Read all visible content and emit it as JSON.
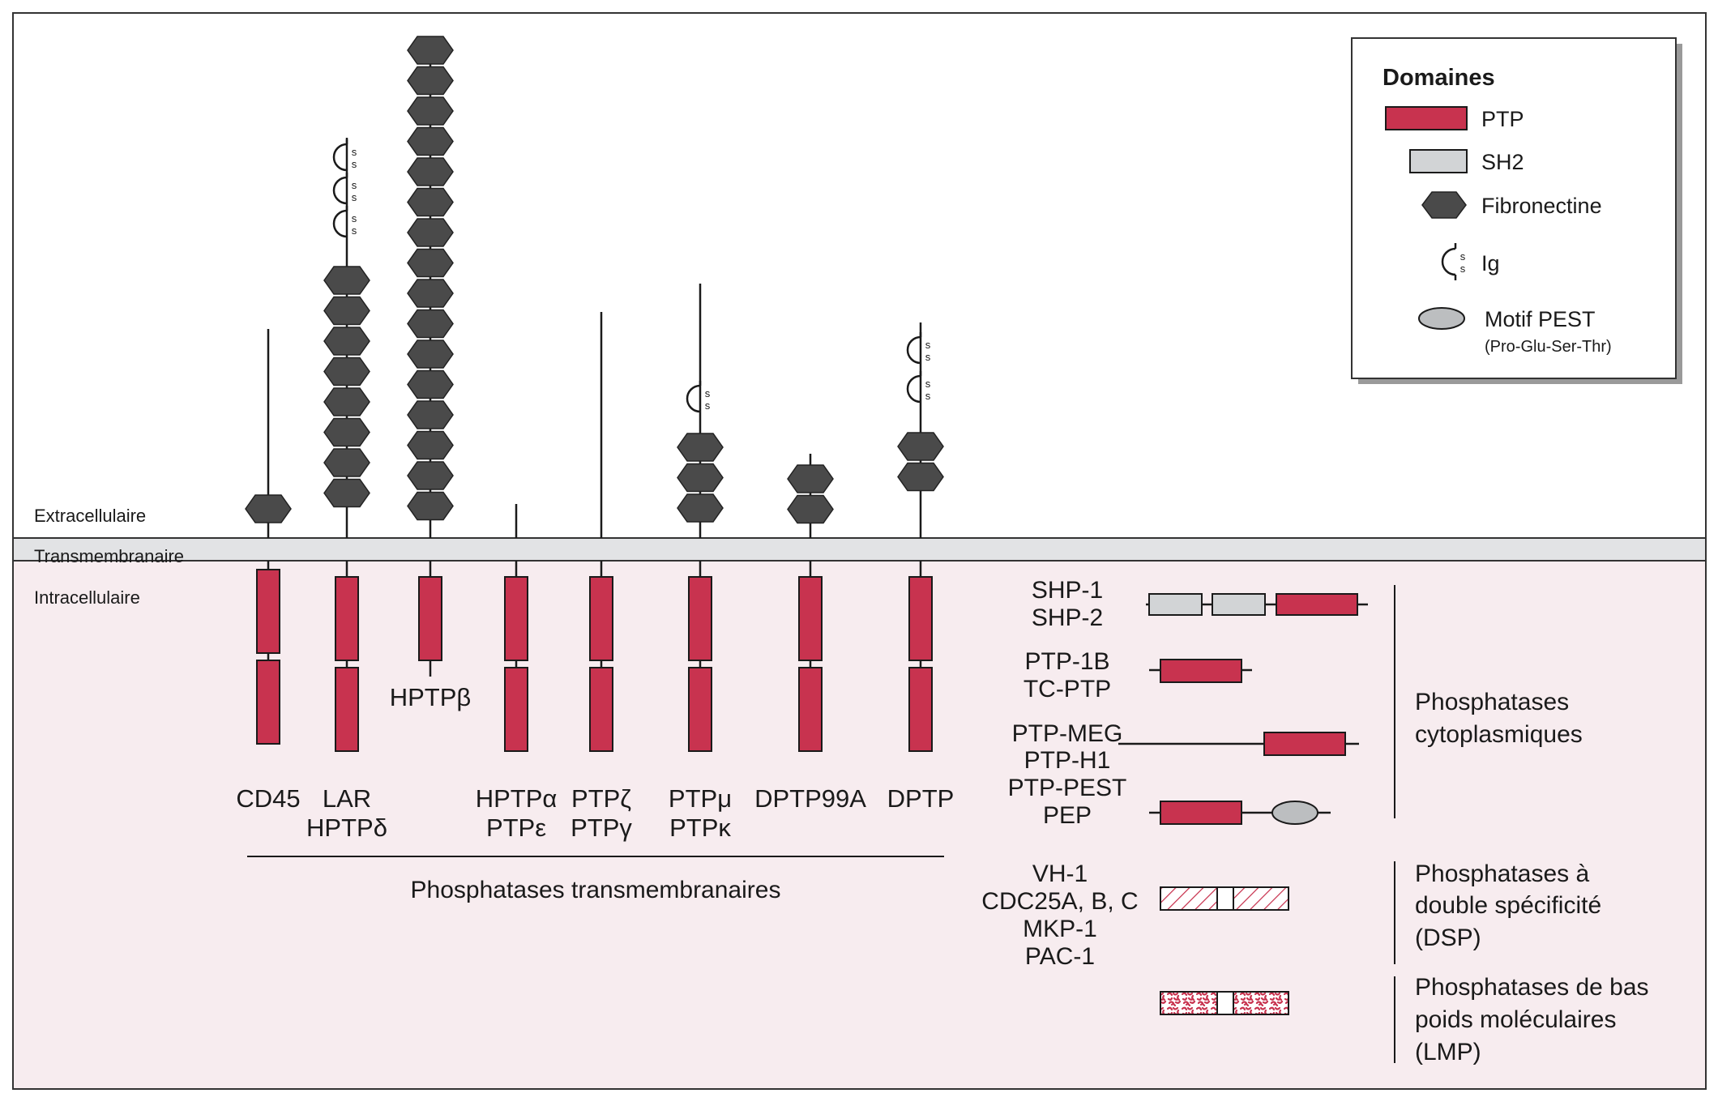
{
  "regions": {
    "extracellular": "Extracellulaire",
    "transmembrane": "Transmembranaire",
    "intracellular": "Intracellulaire"
  },
  "proteins": {
    "cd45": "CD45",
    "lar": [
      "LAR",
      "HPTPδ"
    ],
    "hptpb": "HPTPβ",
    "hptpa": [
      "HPTPα",
      "PTPε"
    ],
    "ptpz": [
      "PTPζ",
      "PTPγ"
    ],
    "ptpm": [
      "PTPμ",
      "PTPκ"
    ],
    "dptp99a": "DPTP99A",
    "dptp": "DPTP"
  },
  "transmembrane_group_label": "Phosphatases transmembranaires",
  "cytoplasmic": {
    "shp": [
      "SHP-1",
      "SHP-2"
    ],
    "ptp1b": [
      "PTP-1B",
      "TC-PTP"
    ],
    "ptpmeg": [
      "PTP-MEG",
      "PTP-H1",
      "PTP-PEST",
      "PEP"
    ],
    "group_label": [
      "Phosphatases",
      "cytoplasmiques"
    ]
  },
  "dsp": {
    "members": [
      "VH-1",
      "CDC25A, B, C",
      "MKP-1",
      "PAC-1"
    ],
    "group_label": [
      "Phosphatases à",
      "double spécificité",
      "(DSP)"
    ]
  },
  "lmp": {
    "group_label": [
      "Phosphatases de bas",
      "poids moléculaires",
      "(LMP)"
    ]
  },
  "legend": {
    "title": "Domaines",
    "items": {
      "ptp": "PTP",
      "sh2": "SH2",
      "fibronectin": "Fibronectine",
      "ig": "Ig",
      "pest": "Motif PEST",
      "pest_detail": "(Pro-Glu-Ser-Thr)"
    }
  },
  "ig_loop_text": "s",
  "colors": {
    "ptp": "#c8334f",
    "sh2": "#d2d4d6",
    "fibronectin": "#4a4a4a",
    "pest": "#bcbec0",
    "membrane": "#e2e3e5",
    "intracellular_bg": "#f7ecef",
    "line": "#1a1a1a"
  }
}
